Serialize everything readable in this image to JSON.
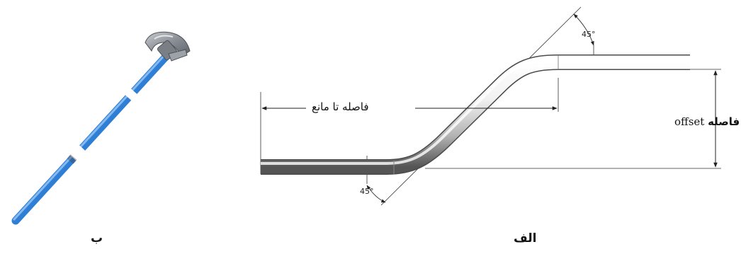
{
  "figure": {
    "panel_a": {
      "caption": "الف",
      "obstacle_distance_label": "فاصله تا مانع",
      "offset_label_word": "فاصله",
      "offset_label_latin": "offset",
      "angle_top": "45°",
      "angle_bottom": "45°"
    },
    "panel_b": {
      "caption": "ب",
      "object": "conduit-bender-tool"
    },
    "colors": {
      "pipe_light": "#f2f2f2",
      "pipe_dark": "#555555",
      "handle_blue": "#2f7fd6",
      "bender_head": "#8a8f96",
      "dimension_line": "#222222"
    }
  }
}
